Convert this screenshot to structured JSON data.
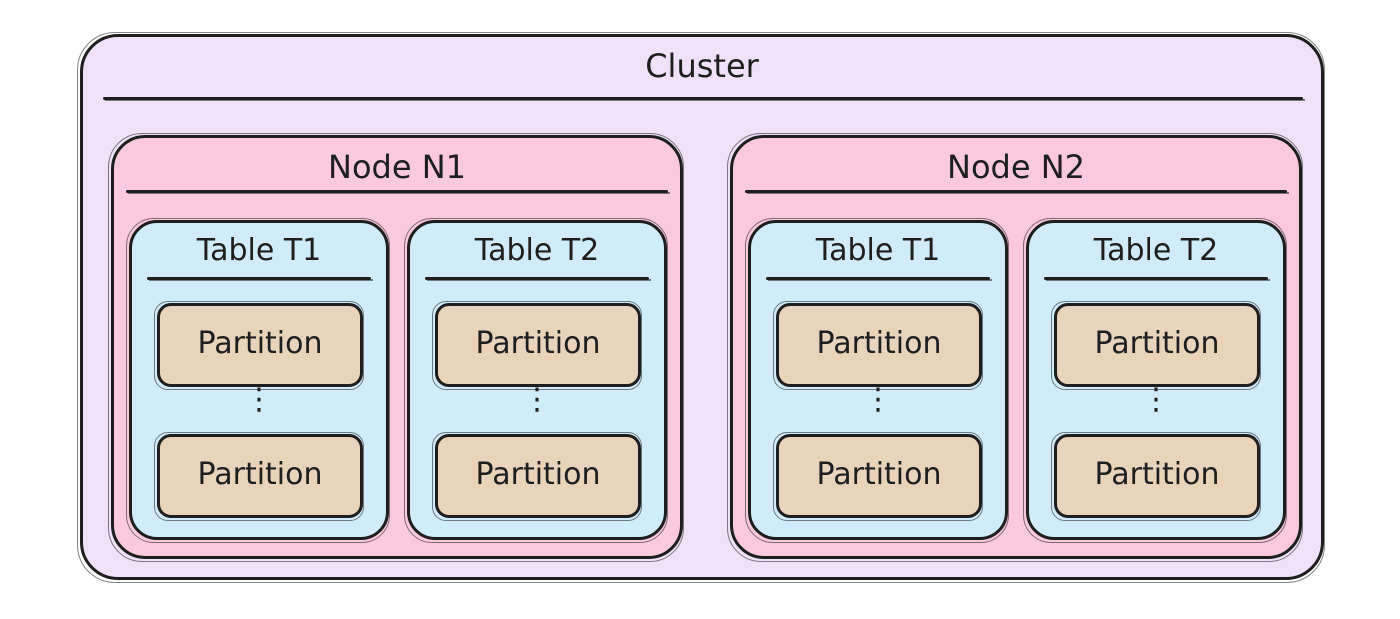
{
  "cluster": {
    "title": "Cluster",
    "nodes": [
      {
        "title": "Node N1",
        "tables": [
          {
            "title": "Table T1",
            "partitions": [
              "Partition",
              "Partition"
            ],
            "ellipsis": "⋮"
          },
          {
            "title": "Table T2",
            "partitions": [
              "Partition",
              "Partition"
            ],
            "ellipsis": "⋮"
          }
        ]
      },
      {
        "title": "Node N2",
        "tables": [
          {
            "title": "Table T1",
            "partitions": [
              "Partition",
              "Partition"
            ],
            "ellipsis": "⋮"
          },
          {
            "title": "Table T2",
            "partitions": [
              "Partition",
              "Partition"
            ],
            "ellipsis": "⋮"
          }
        ]
      }
    ]
  },
  "colors": {
    "cluster_fill": "#f0e0f8",
    "node_fill": "#fbc9de",
    "table_fill": "#d0ecfa",
    "partition_fill": "#ead3bb",
    "stroke": "#1e1e1e"
  }
}
